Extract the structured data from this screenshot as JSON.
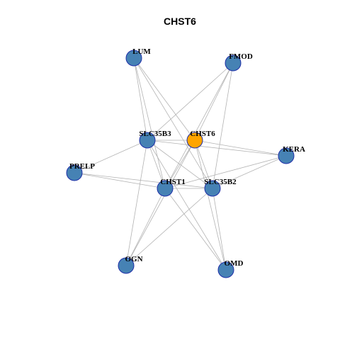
{
  "graph": {
    "title": "CHST6",
    "colors": {
      "default_node": "#4682b4",
      "highlight_node": "#ffa500",
      "edge": "#b3b3b3",
      "node_border": "#1f2fa8"
    },
    "nodes": [
      {
        "id": "LUM",
        "label": "LUM",
        "highlight": false
      },
      {
        "id": "FMOD",
        "label": "FMOD",
        "highlight": false
      },
      {
        "id": "SLC35B3",
        "label": "SLC35B3",
        "highlight": false
      },
      {
        "id": "CHST6",
        "label": "CHST6",
        "highlight": true
      },
      {
        "id": "KERA",
        "label": "KERA",
        "highlight": false
      },
      {
        "id": "PRELP",
        "label": "PRELP",
        "highlight": false
      },
      {
        "id": "CHST1",
        "label": "CHST1",
        "highlight": false
      },
      {
        "id": "SLC35B2",
        "label": "SLC35B2",
        "highlight": false
      },
      {
        "id": "OGN",
        "label": "OGN",
        "highlight": false
      },
      {
        "id": "OMD",
        "label": "OMD",
        "highlight": false
      }
    ],
    "edges": [
      [
        "LUM",
        "SLC35B3"
      ],
      [
        "LUM",
        "CHST1"
      ],
      [
        "LUM",
        "SLC35B2"
      ],
      [
        "LUM",
        "CHST6"
      ],
      [
        "FMOD",
        "SLC35B3"
      ],
      [
        "FMOD",
        "CHST1"
      ],
      [
        "FMOD",
        "SLC35B2"
      ],
      [
        "FMOD",
        "CHST6"
      ],
      [
        "SLC35B3",
        "CHST6"
      ],
      [
        "SLC35B3",
        "CHST1"
      ],
      [
        "SLC35B3",
        "SLC35B2"
      ],
      [
        "SLC35B3",
        "KERA"
      ],
      [
        "SLC35B3",
        "PRELP"
      ],
      [
        "SLC35B3",
        "OGN"
      ],
      [
        "SLC35B3",
        "OMD"
      ],
      [
        "CHST6",
        "CHST1"
      ],
      [
        "CHST6",
        "SLC35B2"
      ],
      [
        "CHST6",
        "KERA"
      ],
      [
        "CHST6",
        "OGN"
      ],
      [
        "CHST6",
        "OMD"
      ],
      [
        "KERA",
        "CHST1"
      ],
      [
        "KERA",
        "SLC35B2"
      ],
      [
        "PRELP",
        "CHST1"
      ],
      [
        "PRELP",
        "SLC35B2"
      ],
      [
        "CHST1",
        "SLC35B2"
      ],
      [
        "CHST1",
        "OGN"
      ],
      [
        "CHST1",
        "OMD"
      ],
      [
        "SLC35B2",
        "OGN"
      ],
      [
        "SLC35B2",
        "OMD"
      ]
    ]
  }
}
